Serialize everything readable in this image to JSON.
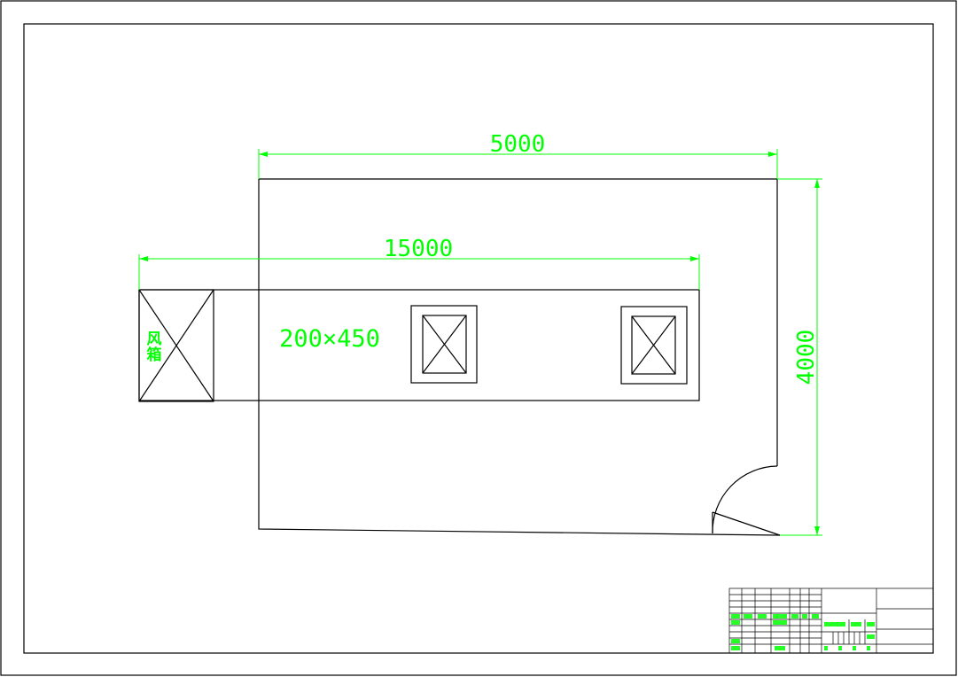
{
  "drawing": {
    "room_width_label": "5000",
    "room_depth_label": "4000",
    "duct_length_label": "15000",
    "duct_size_label": "200×450",
    "fan_box_label_line1": "风",
    "fan_box_label_line2": "箱"
  },
  "colors": {
    "line": "#000000",
    "annotation": "#00ff00",
    "background": "#ffffff"
  }
}
